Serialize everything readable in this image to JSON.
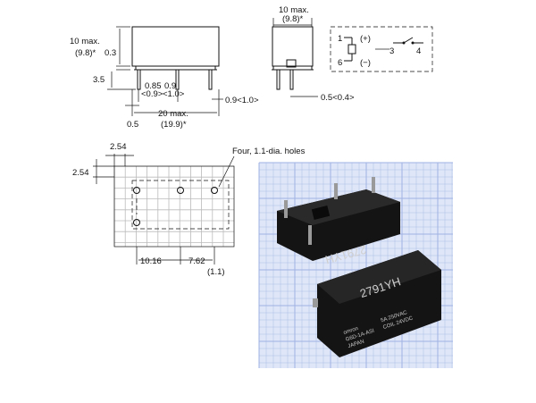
{
  "front_view": {
    "height_label": "10 max.",
    "height_alt_label": "(9.8)*",
    "gap_label": "0.3",
    "pin_length_label": "3.5",
    "pin_pitch_label": "0.85",
    "pin_pitch_alt_label": "<0.9>",
    "pin_width_label": "0.9",
    "pin_width_alt_label": "<1.0>",
    "pin_thickness_label": "0.9<1.0>",
    "pin_offset_label": "0.5",
    "length_label": "20 max.",
    "length_alt_label": "(19.9)*"
  },
  "side_view": {
    "width_label": "10 max.",
    "width_alt_label": "(9.8)*",
    "pin_label": "0.5<0.4>"
  },
  "schematic": {
    "pin1": "1",
    "pin1_pol": "(+)",
    "pin6": "6",
    "pin6_pol": "(−)",
    "pin3": "3",
    "pin4": "4"
  },
  "pcb_layout": {
    "pitch_x_label": "2.54",
    "pitch_y_label": "2.54",
    "holes_label": "Four, 1.1-dia. holes",
    "spacing_1_label": "10.16",
    "spacing_2_label": "7.62",
    "edge_label": "(1.1)"
  },
  "photo": {
    "marking_top": "2791YH",
    "marking_bottom": "2791YH",
    "brand": "omron",
    "model": "G6D-1A-ASI",
    "rating": "5A 250VAC",
    "coil": "COIL 24VDC",
    "origin": "JAPAN",
    "body_color": "#141414",
    "grid_color": "#9fb2e3",
    "background_color": "#dfe6f7"
  }
}
